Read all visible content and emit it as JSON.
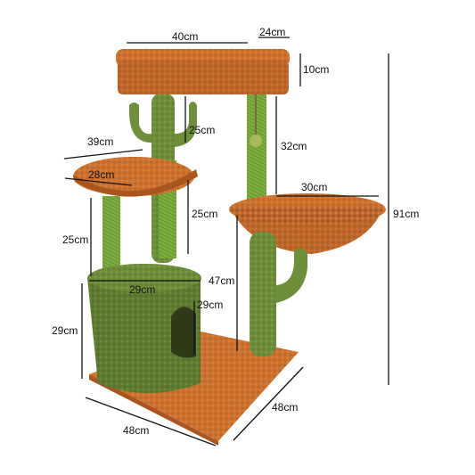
{
  "product": {
    "orange": "#d0732e",
    "orange_dark": "#a9551e",
    "green": "#6e8f3a",
    "green_dark": "#4d6a27",
    "sisal": "#7cae3e",
    "sisal_dark": "#5b8b2c"
  },
  "dimensions": {
    "top_width": "40cm",
    "top_depth": "24cm",
    "top_thickness": "10cm",
    "upper_post": "25cm",
    "right_upper_post": "32cm",
    "left_platform_width": "39cm",
    "left_platform_depth": "28cm",
    "middle_post": "25cm",
    "hammock_width": "30cm",
    "total_height": "91cm",
    "left_lower_post": "25cm",
    "right_lower_post": "47cm",
    "condo_width": "29cm",
    "condo_door": "29cm",
    "condo_height": "29cm",
    "base_depth": "48cm",
    "base_width": "48cm"
  }
}
